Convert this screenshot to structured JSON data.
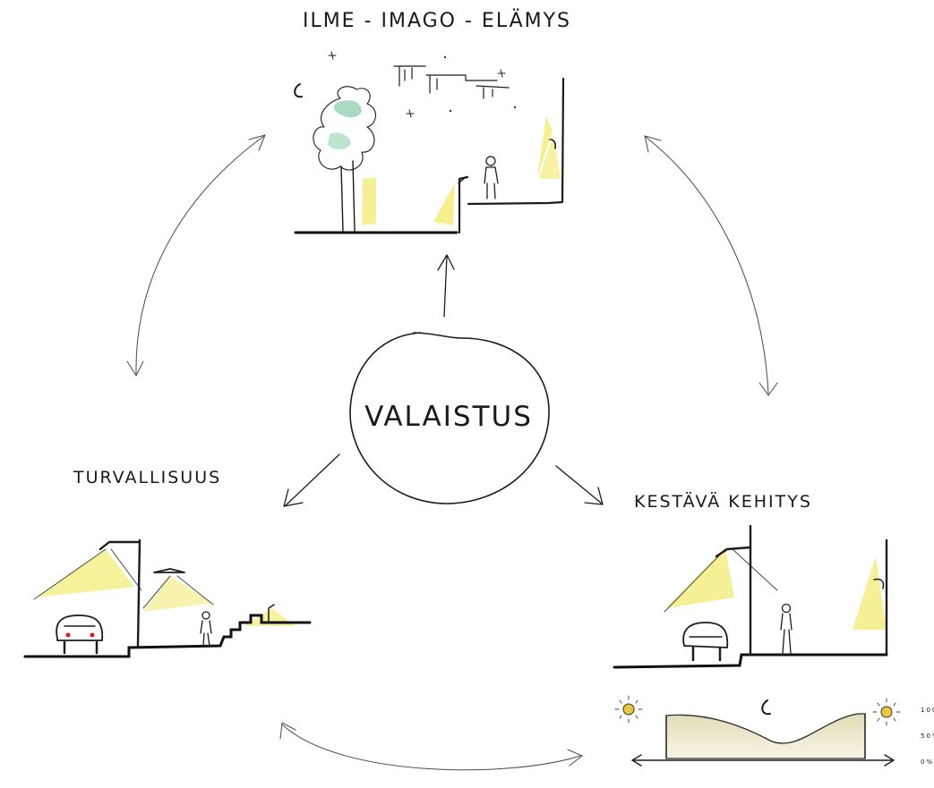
{
  "center_label": "VALAISTUS",
  "nodes": {
    "top": {
      "label": "ILME - IMAGO - ELÄMYS"
    },
    "left": {
      "label": "TURVALLISUUS"
    },
    "right": {
      "label": "KESTÄVÄ KEHITYS"
    }
  },
  "daylight_chart": {
    "y_ticks": [
      "100",
      "50%",
      "0%"
    ]
  },
  "colors": {
    "ink": "#1c1c1c",
    "light_glow": "#f3ec7a",
    "tree": "#3bb27a",
    "chart_fill": "#ece6c8",
    "sun": "#e9c93a",
    "car_light": "#d22020"
  }
}
